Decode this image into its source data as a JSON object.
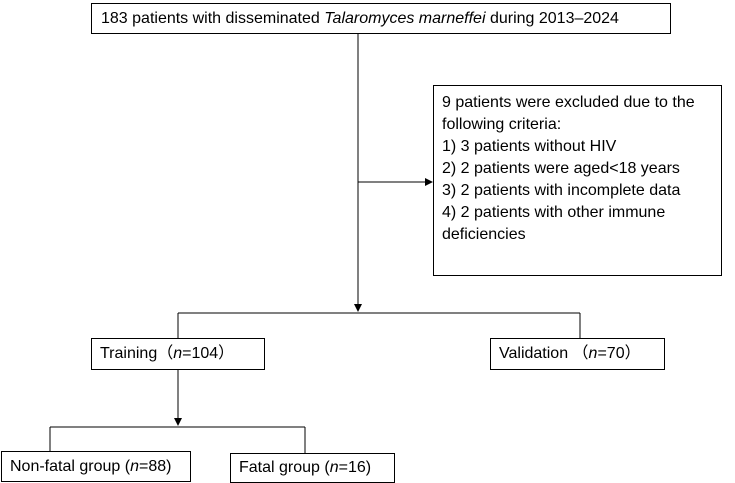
{
  "top_box": {
    "prefix": "183 patients with disseminated ",
    "species": "Talaromyces marneffei",
    "suffix": " during 2013–2024"
  },
  "exclusion_box": {
    "lines": [
      "9 patients were excluded due to the",
      "following criteria:",
      "1) 3 patients without HIV",
      "2) 2 patients were aged<18 years",
      "3) 2 patients with incomplete data",
      "4) 2 patients with other immune",
      "deficiencies"
    ]
  },
  "training_box": {
    "label": "Training（",
    "n_symbol": "n",
    "count": "=104）"
  },
  "validation_box": {
    "label": "Validation （",
    "n_symbol": "n",
    "count": "=70）"
  },
  "nonfatal_box": {
    "label": "Non-fatal group (",
    "n_symbol": "n",
    "count": "=88)"
  },
  "fatal_box": {
    "label": "Fatal group (",
    "n_symbol": "n",
    "count": "=16)"
  }
}
